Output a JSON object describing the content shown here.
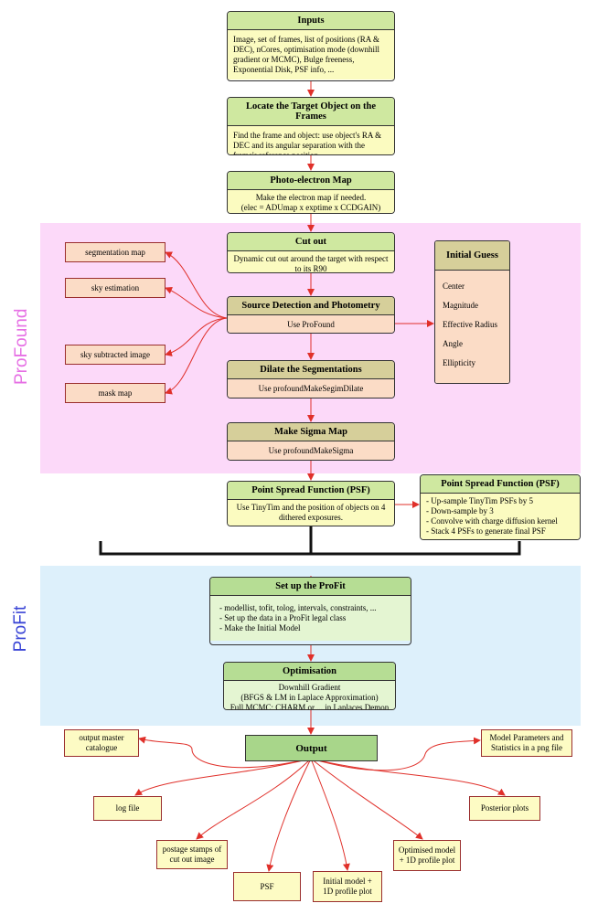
{
  "profound_label": "ProFound",
  "profit_label": "ProFit",
  "boxes": {
    "inputs": {
      "title": "Inputs",
      "body": "Image, set of frames, list of positions (RA & DEC), nCores, optimisation mode (downhill gradient or MCMC), Bulge freeness, Exponential Disk, PSF info, ..."
    },
    "locate": {
      "title": "Locate the Target Object on the Frames",
      "body": "Find the frame and object: use object's RA & DEC and its angular separation with the frame's reference position"
    },
    "photo": {
      "title": "Photo-electron Map",
      "body1": "Make the electron map if needed.",
      "body2": "(elec = ADUmap x exptime x CCDGAIN)"
    },
    "cutout": {
      "title": "Cut out",
      "body": "Dynamic cut out around the target with respect to its R90"
    },
    "source": {
      "title": "Source Detection and Photometry",
      "body": "Use ProFound"
    },
    "dilate": {
      "title": "Dilate the Segmentations",
      "body": "Use profoundMakeSegimDilate"
    },
    "sigma": {
      "title": "Make Sigma Map",
      "body": "Use profoundMakeSigma"
    },
    "psf": {
      "title": "Point Spread Function (PSF)",
      "body": "Use TinyTim and the position of objects on 4 dithered exposures."
    },
    "psf2": {
      "title": "Point Spread Function (PSF)",
      "items": [
        "- Up-sample TinyTim PSFs by 5",
        "- Down-sample by 3",
        "- Convolve with charge diffusion kernel",
        "- Stack 4 PSFs to generate final PSF"
      ]
    },
    "guess": {
      "title": "Initial Guess",
      "items": [
        "Center",
        "Magnitude",
        "Effective Radius",
        "Angle",
        "Ellipticity"
      ]
    },
    "setup": {
      "title": "Set up the ProFit",
      "items": [
        "- modellist, tofit, tolog, intervals, constraints, ...",
        "- Set up the data in a ProFit legal class",
        "- Make the Initial Model"
      ]
    },
    "optim": {
      "title": "Optimisation",
      "lines": [
        "Downhill Gradient",
        "(BFGS & LM in Laplace Approximation)",
        "Full MCMC: CHARM or ... in Laplaces Demon"
      ]
    },
    "output": {
      "title": "Output"
    }
  },
  "side_left": [
    "segmentation map",
    "sky estimation",
    "sky subtracted image",
    "mask map"
  ],
  "outputs": {
    "master": "output master catalogue",
    "model_params": "Model Parameters and Statistics in a png file",
    "log": "log file",
    "posterior": "Posterior plots",
    "stamps": "postage stamps of cut out image",
    "psf": "PSF",
    "initial": "Initial model + 1D profile plot",
    "optimised": "Optimised model + 1D profile plot"
  },
  "colors": {
    "arrow": "#e0302a",
    "pink_region": "#fcd9f9",
    "blue_region": "#ddf0fb",
    "profound": "#e66fe4",
    "profit": "#3a45d6"
  }
}
